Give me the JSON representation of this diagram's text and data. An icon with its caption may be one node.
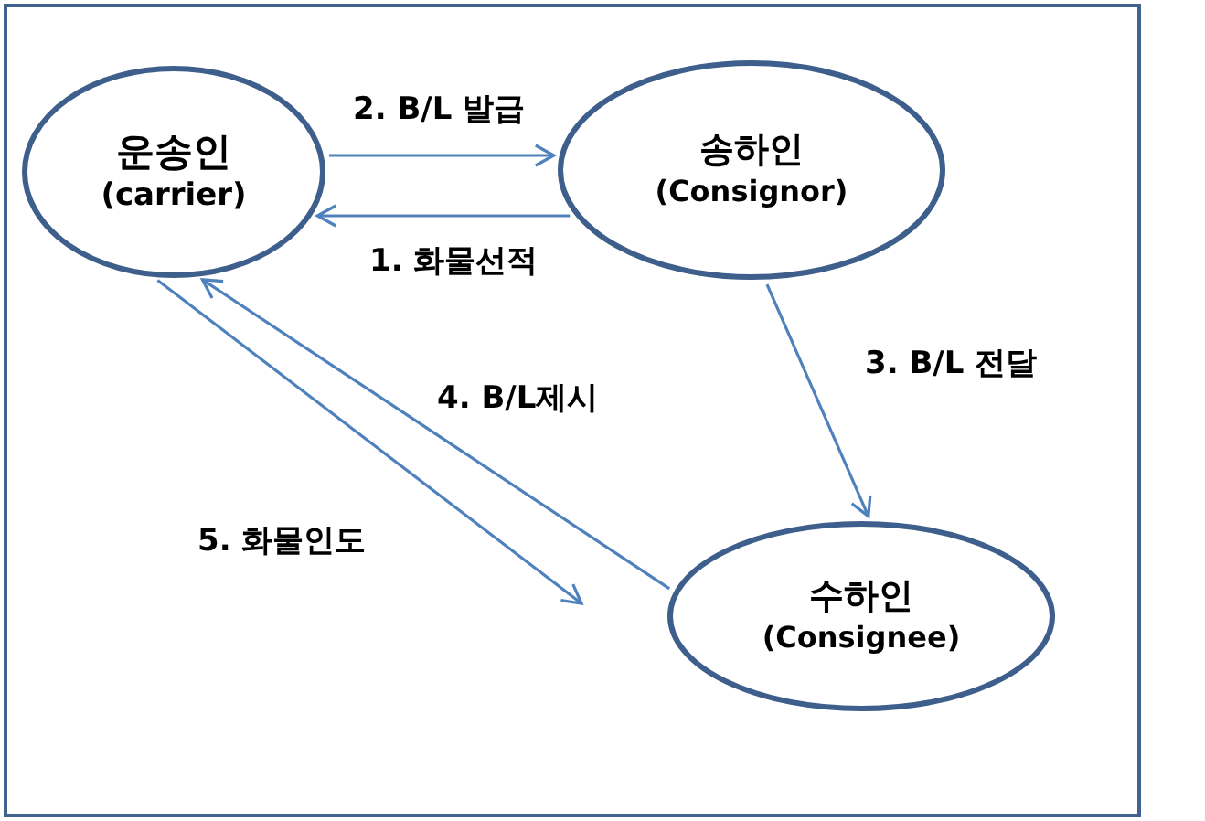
{
  "diagram": {
    "nodes": [
      {
        "text": [
          "운송인",
          "(carrier)"
        ]
      },
      {
        "text": [
          "송하인",
          "(Consignor)"
        ]
      },
      {
        "text": [
          "수하인",
          "(Consignee)"
        ]
      }
    ],
    "edges": [
      {
        "from": 0,
        "to": 1,
        "arrow": "to",
        "label": "2. B/L 발급"
      },
      {
        "from": 1,
        "to": 0,
        "arrow": "to",
        "label": "1. 화물선적"
      },
      {
        "from": 1,
        "to": 2,
        "arrow": "to",
        "label": "3. B/L 전달"
      },
      {
        "from": 2,
        "to": 0,
        "arrow": "to",
        "label": "4. B/L제시"
      },
      {
        "from": 0,
        "to": 2,
        "arrow": "to",
        "label": "5. 화물인도"
      }
    ]
  }
}
